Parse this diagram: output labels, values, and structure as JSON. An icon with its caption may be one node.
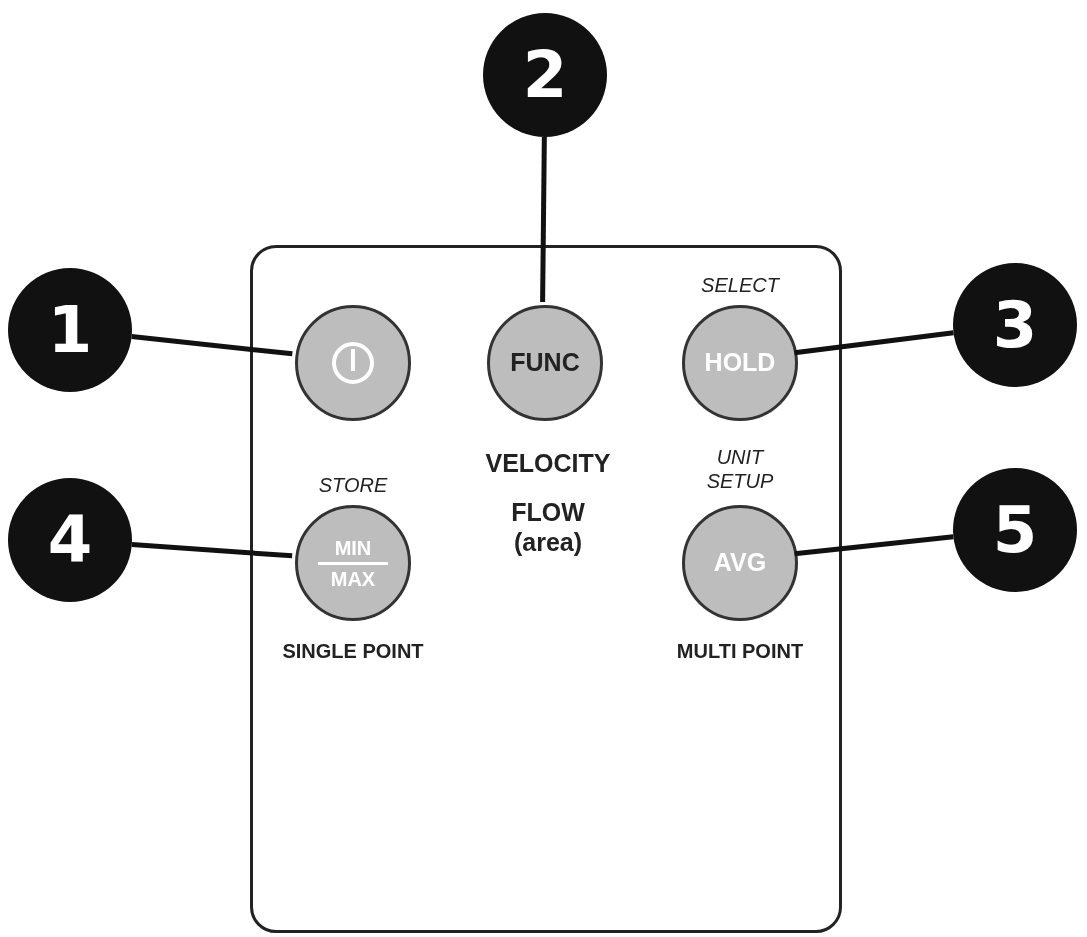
{
  "diagram": {
    "nodes": [
      {
        "text": [
          "2"
        ]
      },
      {
        "text": [],
        "shape": "box"
      },
      {
        "text": [
          "1"
        ]
      },
      {
        "text": [],
        "shape": "circle",
        "in": 1
      },
      {
        "text": [
          "FUNC"
        ],
        "in": 1,
        "beside": [
          "VELOCITY",
          "FLOW (area)"
        ]
      },
      {
        "text": [
          "HOLD"
        ],
        "in": 1,
        "beside": [
          "SELECT"
        ]
      },
      {
        "text": [
          "3"
        ]
      },
      {
        "text": [
          "4"
        ]
      },
      {
        "text": [
          "MIN",
          "MAX"
        ],
        "in": 1,
        "beside": [
          "STORE",
          "SINGLE POINT"
        ]
      },
      {
        "text": [
          "AVG"
        ],
        "in": 1,
        "beside": [
          "UNIT SETUP",
          "MULTI POINT"
        ]
      },
      {
        "text": [
          "5"
        ]
      }
    ],
    "edges": [
      {
        "from": 0,
        "to": 4,
        "arrow": "none"
      },
      {
        "from": 2,
        "to": 3,
        "arrow": "none"
      },
      {
        "from": 6,
        "to": 5,
        "arrow": "none"
      },
      {
        "from": 7,
        "to": 8,
        "arrow": "none"
      },
      {
        "from": 10,
        "to": 9,
        "arrow": "none"
      }
    ]
  }
}
